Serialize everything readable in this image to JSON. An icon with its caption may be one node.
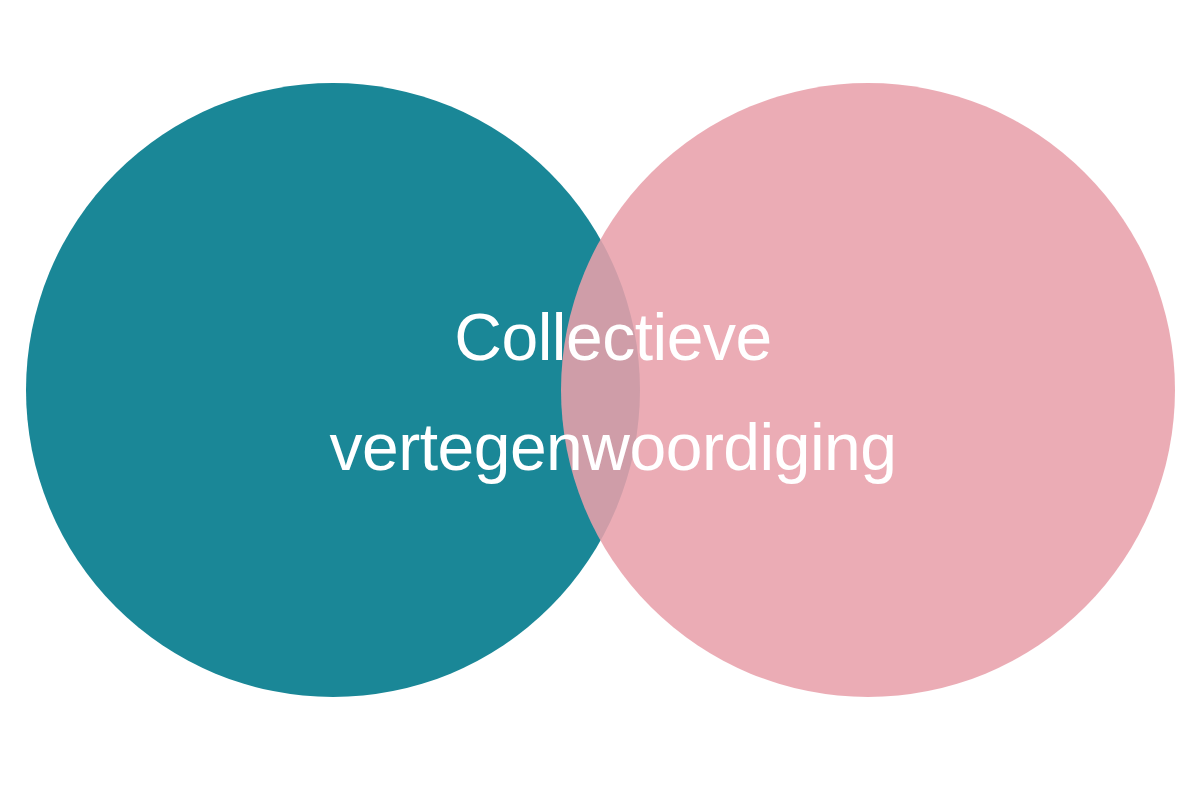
{
  "diagram": {
    "nodes": [
      {
        "text": [],
        "shape": "circle"
      },
      {
        "text": [],
        "shape": "circle"
      }
    ],
    "labels": [
      "Collectieve vertegenwoordiging"
    ]
  }
}
